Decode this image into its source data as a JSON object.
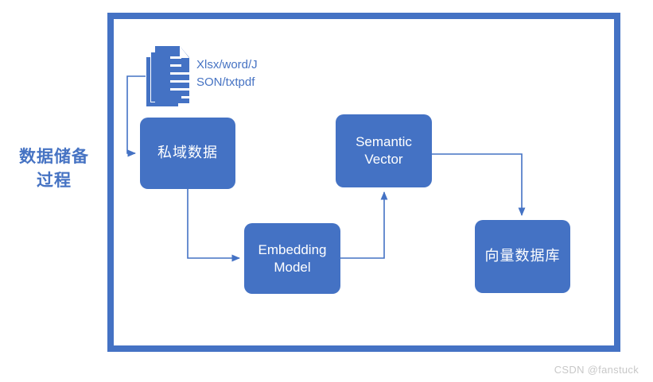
{
  "diagram": {
    "side_caption": "数据储备\n过程",
    "accent_color": "#4472C4",
    "caption_color": "#4673C3",
    "frame": {
      "border_color": "#4472C4",
      "background": "#ffffff"
    },
    "source_icon": {
      "icon_name": "document-stack-icon",
      "label": "Xlsx/word/J\nSON/txtpdf"
    },
    "nodes": [
      {
        "id": "private-data",
        "label": "私域数据",
        "script": "cjk"
      },
      {
        "id": "embedding-model",
        "label": "Embedding\nModel",
        "script": "latin"
      },
      {
        "id": "semantic-vector",
        "label": "Semantic\nVector",
        "script": "latin"
      },
      {
        "id": "vector-database",
        "label": "向量数据库",
        "script": "cjk"
      }
    ],
    "connectors": [
      {
        "from": "document-stack",
        "to": "private-data"
      },
      {
        "from": "private-data",
        "to": "embedding-model"
      },
      {
        "from": "embedding-model",
        "to": "semantic-vector"
      },
      {
        "from": "semantic-vector",
        "to": "vector-database"
      }
    ]
  },
  "watermark": "CSDN @fanstuck"
}
